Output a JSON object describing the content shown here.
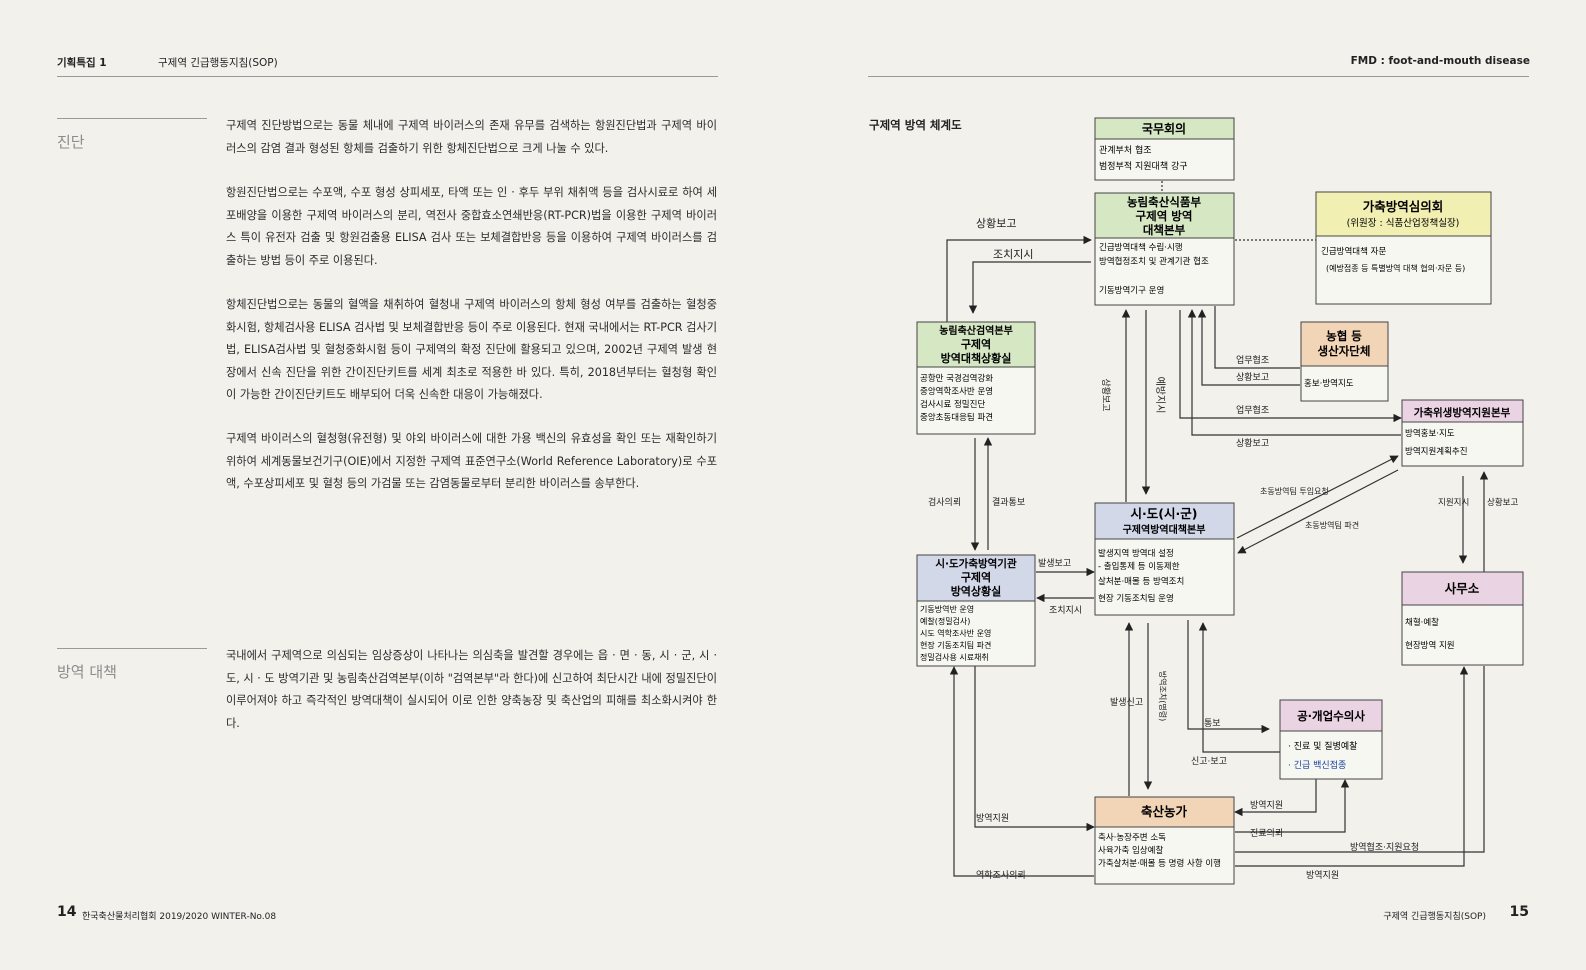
{
  "header": {
    "left_label": "기획특집 1",
    "left_subtitle": "구제역 긴급행동지침(SOP)",
    "right_label": "FMD : foot-and-mouth disease"
  },
  "sections": {
    "diagnosis": {
      "title": "진단",
      "paragraphs": [
        "구제역 진단방법으로는 동물 체내에 구제역 바이러스의 존재 유무를 검색하는 항원진단법과 구제역 바이러스의 감염 결과 형성된 항체를 검출하기 위한 항체진단법으로 크게 나눌 수 있다.",
        "항원진단법으로는 수포액, 수포 형성 상피세포, 타액 또는 인 · 후두 부위 채취액 등을 검사시료로 하여 세포배양을 이용한 구제역 바이러스의 분리, 역전사 중합효소연쇄반응(RT-PCR)법을 이용한 구제역 바이러스 특이 유전자 검출 및 항원검출용 ELISA 검사 또는 보체결합반응 등을 이용하여 구제역 바이러스를 검출하는 방법 등이 주로 이용된다.",
        "항체진단법으로는 동물의 혈액을 채취하여 혈청내 구제역 바이러스의 항체 형성 여부를 검출하는 혈청중화시험, 항체검사용 ELISA 검사법 및 보체결합반응 등이 주로 이용된다. 현재 국내에서는 RT-PCR 검사기법, ELISA검사법 및 혈청중화시험 등이 구제역의 확정 진단에 활용되고 있으며, 2002년 구제역 발생 현장에서 신속 진단을 위한 간이진단키트를 세계 최초로 적용한 바 있다. 특히, 2018년부터는 혈청형 확인이 가능한 간이진단키트도 배부되어 더욱 신속한 대응이 가능해졌다.",
        "구제역 바이러스의 혈청형(유전형) 및 야외 바이러스에 대한 가용 백신의 유효성을 확인 또는 재확인하기 위하여 세계동물보건기구(OIE)에서 지정한 구제역 표준연구소(World Reference Laboratory)로 수포액, 수포상피세포 및 혈청 등의 가검물 또는 감염동물로부터 분리한 바이러스를 송부한다."
      ]
    },
    "quarantine": {
      "title": "방역 대책",
      "paragraphs": [
        "국내에서 구제역으로 의심되는 임상증상이 나타나는 의심축을 발견할 경우에는 읍 · 면 · 동, 시 · 군, 시 · 도, 시 · 도 방역기관 및 농림축산검역본부(이하 \"검역본부\"라 한다)에 신고하여 최단시간 내에 정밀진단이 이루어져야 하고 즉각적인 방역대책이 실시되어 이로 인한 양축농장 및 축산업의 피해를 최소화시켜야 한다."
      ]
    }
  },
  "diagram": {
    "title": "구제역 방역 체계도",
    "boxes": {
      "cabinet": {
        "title": "국무회의",
        "items": [
          "관계부처 협조",
          "범정부적 지원대책 강구"
        ]
      },
      "ministry": {
        "title_lines": [
          "농림축산식품부",
          "구제역 방역",
          "대책본부"
        ],
        "items": [
          "긴급방역대책 수립·시행",
          "방역협정조치 및 관계기관 협조",
          "기동방역기구 운영"
        ]
      },
      "council": {
        "title": "가축방역심의회",
        "subtitle": "(위원장 : 식품산업정책실장)",
        "items": [
          "긴급방역대책 자문",
          "(예방접종 등 특별방역 대책 협의·자문 등)"
        ]
      },
      "qia": {
        "title_lines": [
          "농림축산검역본부",
          "구제역",
          "방역대책상황실"
        ],
        "items": [
          "공항만 국경검역강화",
          "중앙역학조사반 운영",
          "검사시료 정밀진단",
          "중앙초동대응팀 파견"
        ]
      },
      "producers": {
        "title_lines": [
          "농협 등",
          "생산자단체"
        ],
        "items": [
          "홍보·방역지도"
        ]
      },
      "support": {
        "title": "가축위생방역지원본부",
        "items": [
          "방역홍보·지도",
          "방역지원계획추진"
        ]
      },
      "province": {
        "title_lines": [
          "시·도(시·군)",
          "구제역방역대책본부"
        ],
        "items": [
          "발생지역 방역대 설정",
          "- 출입통제 등 이동제한",
          "살처분·매몰 등 방역조치",
          "현장 기동조치팀 운영"
        ]
      },
      "lab": {
        "title_lines": [
          "시·도가축방역기관",
          "구제역",
          "방역상황실"
        ],
        "items": [
          "기동방역반 운영",
          "예찰(정밀검사)",
          "시도 역학조사반 운영",
          "현장 기동조치팀 파견",
          "정밀검사용 시료채취"
        ]
      },
      "office": {
        "title": "사무소",
        "items": [
          "채혈·예찰",
          "현장방역 지원"
        ]
      },
      "vet": {
        "title": "공·개업수의사",
        "items": [
          "· 진료 및 질병예찰",
          "· 긴급 백신접종"
        ]
      },
      "farm": {
        "title": "축산농가",
        "items": [
          "축사·농장주변 소독",
          "사육가축 임상예찰",
          "가축살처분·매몰 등 명령 사항 이행"
        ]
      }
    },
    "labels": {
      "situation_report": "상황보고",
      "action_order": "조치지시",
      "cooperation": "업무협조",
      "situation_report_2": "상황보고",
      "cooperation_2": "업무협조",
      "situation_report_3": "상황보고",
      "dispatch_req": "초동방역팀 투입요청",
      "dispatch": "초동방역팀 파견",
      "test_req": "검사의뢰",
      "result_notice": "결과통보",
      "outbreak_report": "발생보고",
      "action_order_2": "조치지시",
      "report_left": "상황보고",
      "prevention_order": "예방지시",
      "outbreak_report_2": "발생신고",
      "quarantine_order": "방역조치(명령)",
      "notify": "통보",
      "report_notify": "신고·보고",
      "support_l": "지원지시",
      "report_r": "상황보고",
      "quarantine_support": "방역지원",
      "treatment_req": "진료의뢰",
      "coop_req": "방역협조·지원요청",
      "epi_investigation": "역학조사의뢰",
      "quarantine_support_2": "방역지원",
      "quarantine_support_3": "방역지원"
    }
  },
  "footer": {
    "left_page": "14",
    "left_text": "한국축산물처리협회 2019/2020 WINTER-No.08",
    "right_text": "구제역 긴급행동지침(SOP)",
    "right_page": "15"
  }
}
